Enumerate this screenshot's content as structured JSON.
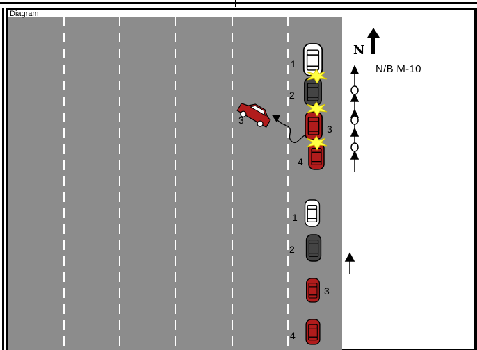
{
  "panel": {
    "label": "Diagram"
  },
  "road": {
    "name": "N/B M-10",
    "direction_marker": "N"
  },
  "colors": {
    "pavement": "#8c8c8c",
    "lane_line": "#ffffff",
    "vehicle_white": "#ffffff",
    "vehicle_dark": "#444444",
    "vehicle_red": "#b11c1c",
    "impact": "#ffff44"
  },
  "icons": [
    "north-arrow-icon",
    "impact-burst-icon",
    "travel-path-arrow-icon",
    "skid-path-icon"
  ],
  "collision_vehicles": [
    {
      "number": "1",
      "color": "white"
    },
    {
      "number": "2",
      "color": "dark-gray"
    },
    {
      "number": "3",
      "color": "red"
    },
    {
      "number": "4",
      "color": "red"
    }
  ],
  "departed_vehicle": {
    "number": "3",
    "color": "red"
  },
  "pre_impact_vehicles": [
    {
      "number": "1",
      "color": "white"
    },
    {
      "number": "2",
      "color": "dark-gray"
    },
    {
      "number": "3",
      "color": "red"
    },
    {
      "number": "4",
      "color": "red"
    }
  ]
}
